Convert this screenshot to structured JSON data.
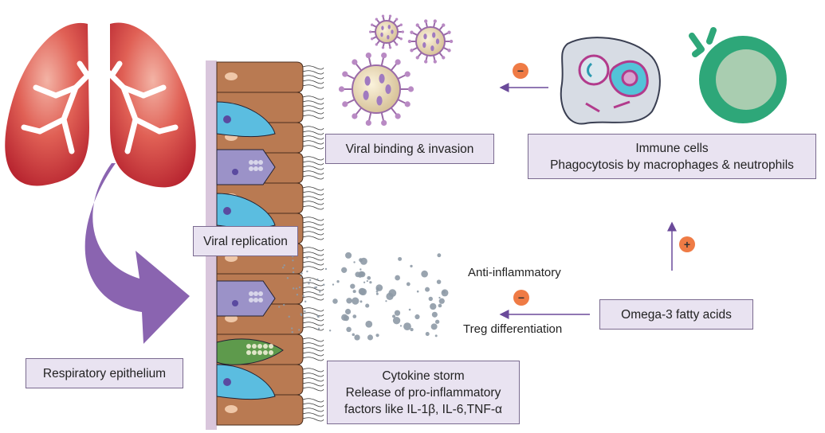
{
  "labels": {
    "respiratory_epithelium": "Respiratory epithelium",
    "viral_replication": "Viral replication",
    "viral_binding": "Viral binding & invasion",
    "immune_cells_title": "Immune cells",
    "immune_cells_desc": "Phagocytosis by macrophages & neutrophils",
    "omega3": "Omega-3 fatty acids",
    "cytokine_title": "Cytokine storm",
    "cytokine_line2": "Release of pro-inflammatory",
    "cytokine_line3": "factors like IL-1β, IL-6,TNF-α",
    "anti_inflammatory": "Anti-inflammatory",
    "treg": "Treg differentiation"
  },
  "signs": {
    "virus_inhibition": "−",
    "immune_promotion": "+",
    "cytokine_inhibition": "−"
  },
  "colors": {
    "box_fill": "#e9e3f1",
    "box_border": "#7a6a8f",
    "sign": "#ef7b45",
    "arrow": "#6b4a9a",
    "lung": "#c8323a",
    "epithelial_cell": "#b97a52",
    "big_arrow": "#8a64b0"
  }
}
